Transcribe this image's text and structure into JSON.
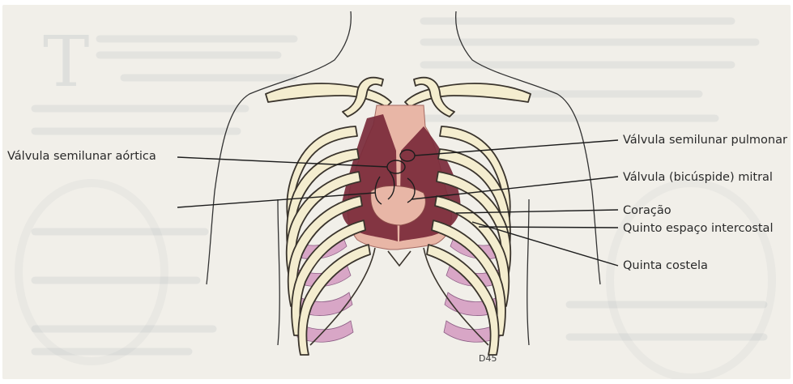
{
  "labels": {
    "aortic_valve": "Válvula semilunar aórtica",
    "pulmonary_valve": "Válvula semilunar pulmonar",
    "mitral_valve": "Válvula (bicúspide) mitral",
    "heart": "Coração",
    "fifth_intercostal_space": "Quinto espaço intercostal",
    "fifth_rib": "Quinta costela"
  },
  "signature": "D45",
  "colors": {
    "paper": "#f1efe9",
    "bone": "#f4edcf",
    "heart_pink": "#e8b6a6",
    "heart_dark": "#7a2a3a",
    "muscle": "#d8a6c6",
    "ink": "#2a2a2a"
  }
}
